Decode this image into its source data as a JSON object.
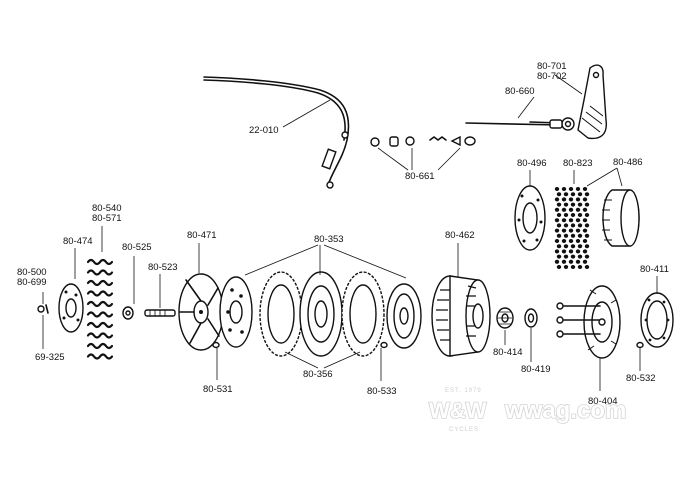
{
  "labels": {
    "l_22010": "22-010",
    "l_80701": "80-701",
    "l_80702": "80-702",
    "l_80660": "80-660",
    "l_80661": "80-661",
    "l_80496": "80-496",
    "l_80823": "80-823",
    "l_80486": "80-486",
    "l_80540": "80-540",
    "l_80571": "80-571",
    "l_80474": "80-474",
    "l_80525": "80-525",
    "l_80471": "80-471",
    "l_80353": "80-353",
    "l_80462": "80-462",
    "l_80500": "80-500",
    "l_80699": "80-699",
    "l_80523": "80-523",
    "l_80411": "80-411",
    "l_69325": "69-325",
    "l_80531": "80-531",
    "l_80356": "80-356",
    "l_80533": "80-533",
    "l_80414": "80-414",
    "l_80419": "80-419",
    "l_80532": "80-532",
    "l_80404": "80-404"
  },
  "watermark": {
    "est": "EST. 1979",
    "logo": "W&W",
    "site": "wwag.com",
    "sub": "CYCLES"
  },
  "colors": {
    "ink": "#111111",
    "watermark": "#d4d4d4"
  }
}
